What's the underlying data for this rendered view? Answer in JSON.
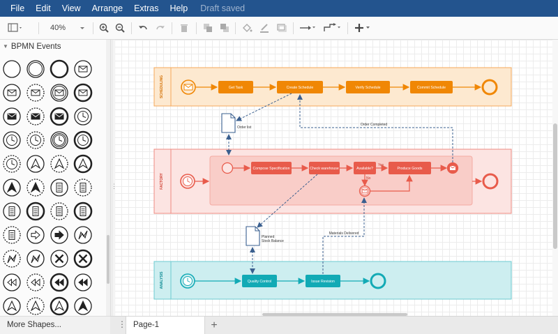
{
  "menubar": {
    "items": [
      "File",
      "Edit",
      "View",
      "Arrange",
      "Extras",
      "Help"
    ],
    "status": "Draft saved"
  },
  "toolbar": {
    "zoom": "40%"
  },
  "sidebar": {
    "palette_title": "BPMN Events",
    "more_shapes": "More Shapes..."
  },
  "pages": {
    "current": "Page-1"
  },
  "diagram": {
    "lanes": {
      "scheduling": "SCHEDULING",
      "factory": "FACTORY",
      "analysis": "ANALYSIS"
    },
    "tasks": {
      "get_task": "Get Task",
      "create_schedule": "Create Schedule",
      "verify_schedule": "Verify Schedule",
      "commit_schedule": "Commit Schedule",
      "compose_spec": "Compose Specification",
      "check_warehouse": "Check warehouse",
      "available": "Available?",
      "produce_goods": "Produce Goods",
      "quality_control": "Quality Control",
      "issue_revision": "Issue Revision"
    },
    "documents": {
      "order_list": "Order list",
      "planned_stock_1": "Planned",
      "planned_stock_2": "Stock Balance"
    },
    "edge_labels": {
      "order_completed": "Order Completed",
      "materials_delivered": "Materials Delivered",
      "yes": "Yes",
      "no": "No"
    },
    "colors": {
      "scheduling": "#f08705",
      "factory": "#e85b4b",
      "analysis": "#12aab5",
      "link": "#3a5f8f"
    }
  }
}
